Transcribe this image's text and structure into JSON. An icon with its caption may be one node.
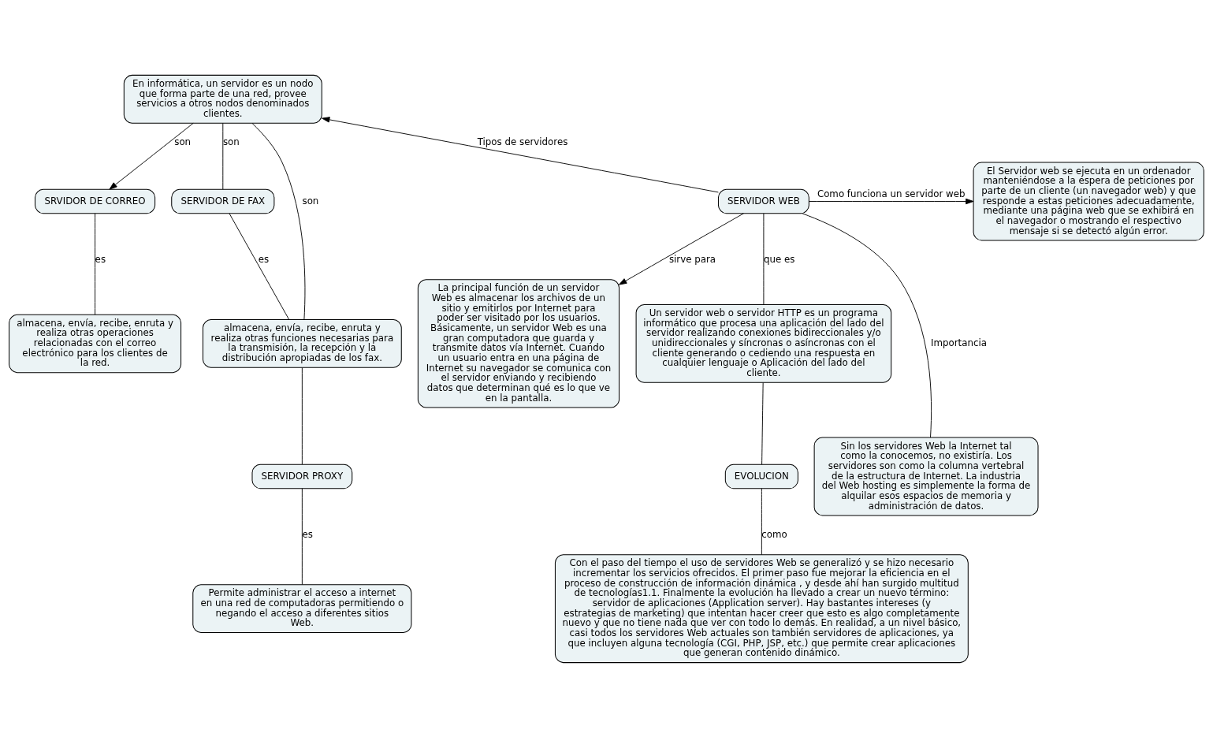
{
  "diagram": {
    "nodes": [
      {
        "text": [
          "SRVIDOR DE CORREO"
        ]
      },
      {
        "text": [
          "En informática, un servidor es un nodo que forma parte de una red, provee servicios a otros nodos denominados clientes."
        ]
      },
      {
        "text": [
          "El Servidor web se ejecuta en un ordenador manteniéndose a la espera de peticiones por parte de un cliente (un navegador web) y que responde a estas peticiones adecuadamente, mediante una página web que se exhibirá en el navegador o mostrando el respectivo mensaje si se detectó algún error."
        ]
      },
      {
        "text": [
          "almacena, envía, recibe, enruta y realiza otras operaciones relacionadas con el correo electrónico para los clientes de la red."
        ]
      },
      {
        "text": [
          "SERVIDOR WEB"
        ]
      },
      {
        "text": [
          "SERVIDOR DE FAX"
        ]
      },
      {
        "text": [
          "La principal función de un servidor Web es almacenar los archivos de un sitio y emitirlos por Internet para poder ser visitado por los usuarios. Básicamente, un servidor Web es una gran computadora que guarda y transmite datos vía Internet. Cuando un usuario entra en una página de Internet su navegador se comunica con el servidor enviando y recibiendo datos que determinan qué es lo que ve en la pantalla."
        ]
      },
      {
        "text": [
          "almacena, envía, recibe, enruta y realiza otras funciones necesarias para la transmisión, la recepción y la distribución apropiadas de los fax."
        ]
      },
      {
        "text": [
          "Un servidor web o servidor HTTP es un programa informático que procesa una aplicación del lado del servidor realizando conexiones bidireccionales y/o unidireccionales y síncronas o asíncronas con el cliente generando o cediendo una respuesta en cualquier lenguaje o Aplicación del lado del cliente."
        ]
      },
      {
        "text": [
          "SERVIDOR PROXY"
        ]
      },
      {
        "text": [
          "Sin los servidores Web la Internet tal como la conocemos, no existiría. Los servidores son como la columna vertebral de la estructura de Internet. La industria del Web hosting es simplemente la forma de alquilar esos espacios de memoria y administración de datos."
        ]
      },
      {
        "text": [
          "Permite administrar el acceso a internet en una red de computadoras permitiendo o negando el acceso a diferentes sitios Web."
        ]
      },
      {
        "text": [
          "EVOLUCION"
        ]
      },
      {
        "text": [
          "Con el paso del tiempo el uso de servidores Web se generalizó y se hizo necesario incrementar los servicios ofrecidos. El primer paso fue mejorar la eficiencia en el proceso de construcción de información dinámica , y desde ahí han surgido multitud de tecnologías1.1. Finalmente la evolución ha llevado a crear un nuevo término: servidor de aplicaciones (Application server). Hay bastantes intereses (y estrategias de marketing) que intentan hacer creer que esto es algo completamente nuevo y que no tiene nada que ver con todo lo demás. En realidad, a un nivel básico, casi todos los servidores Web actuales son también servidores de aplicaciones, ya que incluyen alguna tecnología (CGI, PHP, JSP, etc.) que permite crear aplicaciones que generan contenido dinámico."
        ]
      }
    ],
    "edges": [
      {
        "from": 1,
        "to": 0,
        "label": "son",
        "arrow": "to"
      },
      {
        "from": 1,
        "to": 5,
        "label": "son",
        "arrow": "none"
      },
      {
        "from": 1,
        "to": 7,
        "label": "son",
        "arrow": "none"
      },
      {
        "from": 4,
        "to": 1,
        "label": "Tipos de servidores",
        "arrow": "to"
      },
      {
        "from": 0,
        "to": 3,
        "label": "es",
        "arrow": "none"
      },
      {
        "from": 5,
        "to": 7,
        "label": "es",
        "arrow": "none"
      },
      {
        "from": 7,
        "to": 9,
        "arrow": "none"
      },
      {
        "from": 9,
        "to": 11,
        "label": "es",
        "arrow": "none"
      },
      {
        "from": 4,
        "to": 2,
        "label": "Como funciona un servidor web",
        "arrow": "to"
      },
      {
        "from": 4,
        "to": 6,
        "label": "sirve para",
        "arrow": "to"
      },
      {
        "from": 4,
        "to": 10,
        "label": "Importancia",
        "arrow": "none"
      },
      {
        "from": 4,
        "to": 8,
        "label": "que es",
        "arrow": "none"
      },
      {
        "from": 8,
        "to": 12,
        "arrow": "none"
      },
      {
        "from": 12,
        "to": 13,
        "label": "como",
        "arrow": "none"
      }
    ]
  }
}
